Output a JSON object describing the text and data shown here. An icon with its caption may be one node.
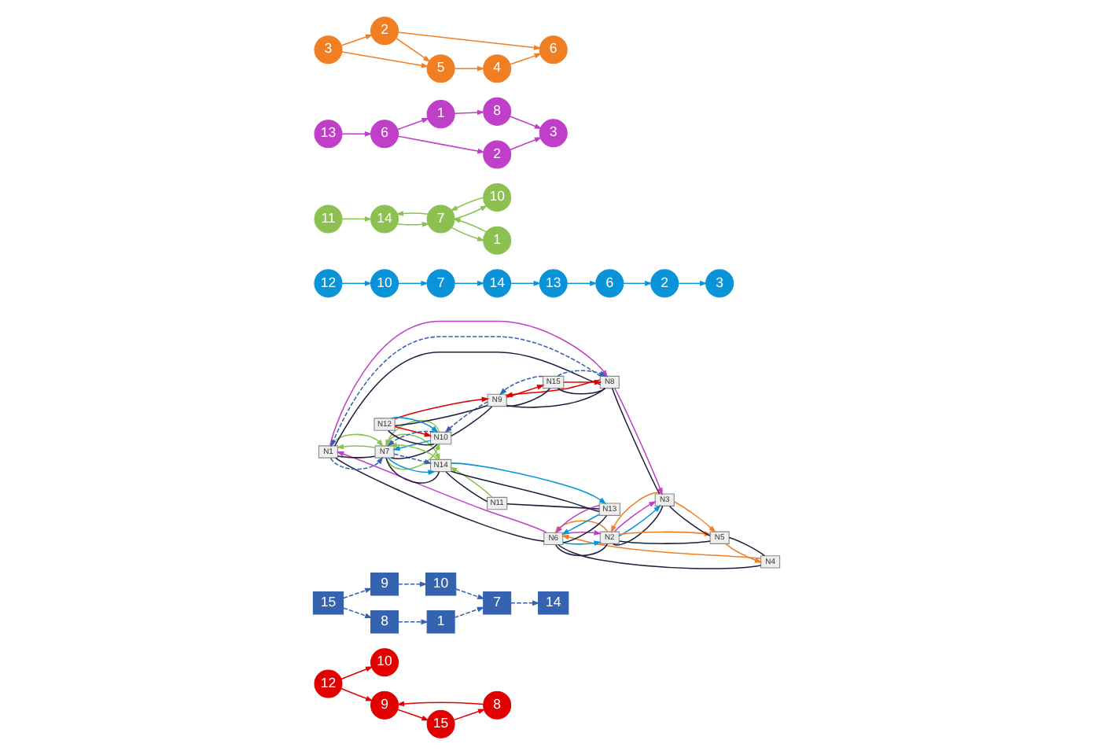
{
  "diagram": {
    "nodes": [
      {
        "text": [
          "12"
        ]
      },
      {
        "text": [
          "10"
        ]
      },
      {
        "text": [
          "8"
        ]
      },
      {
        "text": [
          "9"
        ]
      },
      {
        "text": [
          "15"
        ]
      },
      {
        "text": [
          "15"
        ]
      },
      {
        "text": [
          "9"
        ]
      },
      {
        "text": [
          "10"
        ]
      },
      {
        "text": [
          "8"
        ]
      },
      {
        "text": [
          "1"
        ]
      },
      {
        "text": [
          "7"
        ]
      },
      {
        "text": [
          "14"
        ]
      },
      {
        "text": [
          "N1"
        ]
      },
      {
        "text": [
          "N2"
        ]
      },
      {
        "text": [
          "N3"
        ]
      },
      {
        "text": [
          "N4"
        ]
      },
      {
        "text": [
          "N5"
        ]
      },
      {
        "text": [
          "N6"
        ]
      },
      {
        "text": [
          "N7"
        ]
      },
      {
        "text": [
          "N8"
        ]
      },
      {
        "text": [
          "N9"
        ]
      },
      {
        "text": [
          "N10"
        ]
      },
      {
        "text": [
          "N11"
        ]
      },
      {
        "text": [
          "N12"
        ]
      },
      {
        "text": [
          "N13"
        ]
      },
      {
        "text": [
          "N14"
        ]
      },
      {
        "text": [
          "N15"
        ]
      },
      {
        "text": [
          "12"
        ]
      },
      {
        "text": [
          "10"
        ]
      },
      {
        "text": [
          "7"
        ]
      },
      {
        "text": [
          "14"
        ]
      },
      {
        "text": [
          "13"
        ]
      },
      {
        "text": [
          "6"
        ]
      },
      {
        "text": [
          "3"
        ]
      },
      {
        "text": [
          "2"
        ]
      },
      {
        "text": [
          "11"
        ]
      },
      {
        "text": [
          "14"
        ]
      },
      {
        "text": [
          "7"
        ]
      },
      {
        "text": [
          "10"
        ]
      },
      {
        "text": [
          "1"
        ]
      },
      {
        "text": [
          "13"
        ]
      },
      {
        "text": [
          "6"
        ]
      },
      {
        "text": [
          "1"
        ]
      },
      {
        "text": [
          "8"
        ]
      },
      {
        "text": [
          "3"
        ]
      },
      {
        "text": [
          "2"
        ]
      },
      {
        "text": [
          "2"
        ]
      },
      {
        "text": [
          "6"
        ]
      },
      {
        "text": [
          "3"
        ]
      },
      {
        "text": [
          "5"
        ]
      },
      {
        "text": [
          "4"
        ]
      }
    ],
    "edges": [
      {
        "from": 0,
        "to": 1,
        "arrow": "to",
        "color": "#e00000"
      },
      {
        "from": 0,
        "to": 3,
        "arrow": "to",
        "color": "#e00000"
      },
      {
        "from": 2,
        "to": 3,
        "arrow": "to",
        "color": "#e00000"
      },
      {
        "from": 3,
        "to": 4,
        "arrow": "to",
        "color": "#e00000"
      },
      {
        "from": 4,
        "to": 2,
        "arrow": "to",
        "color": "#e00000"
      },
      {
        "from": 5,
        "to": 6,
        "arrow": "to",
        "style": "dashed",
        "color": "#3563b0"
      },
      {
        "from": 5,
        "to": 8,
        "arrow": "to",
        "style": "dashed",
        "color": "#3563b0"
      },
      {
        "from": 6,
        "to": 7,
        "arrow": "to",
        "style": "dashed",
        "color": "#3563b0"
      },
      {
        "from": 8,
        "to": 9,
        "arrow": "to",
        "style": "dashed",
        "color": "#3563b0"
      },
      {
        "from": 7,
        "to": 10,
        "arrow": "to",
        "style": "dashed",
        "color": "#3563b0"
      },
      {
        "from": 9,
        "to": 10,
        "arrow": "to",
        "style": "dashed",
        "color": "#3563b0"
      },
      {
        "from": 10,
        "to": 11,
        "arrow": "to",
        "style": "dashed",
        "color": "#3563b0"
      },
      {
        "from": 23,
        "to": 21,
        "arrow": "none"
      },
      {
        "from": 23,
        "to": 20,
        "arrow": "none"
      },
      {
        "from": 21,
        "to": 20,
        "arrow": "none"
      },
      {
        "from": 21,
        "to": 18,
        "arrow": "none"
      },
      {
        "from": 20,
        "to": 26,
        "arrow": "none"
      },
      {
        "from": 20,
        "to": 19,
        "arrow": "none"
      },
      {
        "from": 26,
        "to": 19,
        "arrow": "none"
      },
      {
        "from": 18,
        "to": 25,
        "arrow": "none"
      },
      {
        "from": 18,
        "to": 12,
        "arrow": "none"
      },
      {
        "from": 12,
        "to": 19,
        "arrow": "none"
      },
      {
        "from": 19,
        "to": 14,
        "arrow": "none"
      },
      {
        "from": 12,
        "to": 17,
        "arrow": "none"
      },
      {
        "from": 17,
        "to": 13,
        "arrow": "none"
      },
      {
        "from": 13,
        "to": 14,
        "arrow": "none"
      },
      {
        "from": 13,
        "to": 16,
        "arrow": "none"
      },
      {
        "from": 14,
        "to": 16,
        "arrow": "none"
      },
      {
        "from": 17,
        "to": 15,
        "arrow": "none"
      },
      {
        "from": 15,
        "to": 16,
        "arrow": "none"
      },
      {
        "from": 17,
        "to": 24,
        "arrow": "none"
      },
      {
        "from": 25,
        "to": 24,
        "arrow": "none"
      },
      {
        "from": 25,
        "to": 22,
        "arrow": "none"
      },
      {
        "from": 22,
        "to": 24,
        "arrow": "none"
      },
      {
        "from": 23,
        "to": 21,
        "arrow": "to",
        "color": "#e00000"
      },
      {
        "from": 23,
        "to": 20,
        "arrow": "to",
        "color": "#e00000"
      },
      {
        "from": 20,
        "to": 26,
        "arrow": "to",
        "color": "#e00000"
      },
      {
        "from": 26,
        "to": 19,
        "arrow": "to",
        "color": "#e00000"
      },
      {
        "from": 19,
        "to": 20,
        "arrow": "to",
        "color": "#e00000"
      },
      {
        "from": 23,
        "to": 21,
        "arrow": "to",
        "color": "#0a93d8"
      },
      {
        "from": 21,
        "to": 18,
        "arrow": "to",
        "color": "#0a93d8"
      },
      {
        "from": 18,
        "to": 25,
        "arrow": "to",
        "color": "#0a93d8"
      },
      {
        "from": 25,
        "to": 24,
        "arrow": "to",
        "color": "#0a93d8"
      },
      {
        "from": 24,
        "to": 17,
        "arrow": "to",
        "color": "#0a93d8"
      },
      {
        "from": 17,
        "to": 13,
        "arrow": "to",
        "color": "#0a93d8"
      },
      {
        "from": 13,
        "to": 14,
        "arrow": "to",
        "color": "#0a93d8"
      },
      {
        "from": 26,
        "to": 20,
        "arrow": "to",
        "style": "dashed",
        "color": "#3563b0"
      },
      {
        "from": 26,
        "to": 19,
        "arrow": "to",
        "style": "dashed",
        "color": "#3563b0"
      },
      {
        "from": 20,
        "to": 21,
        "arrow": "to",
        "style": "dashed",
        "color": "#3563b0"
      },
      {
        "from": 21,
        "to": 18,
        "arrow": "to",
        "style": "dashed",
        "color": "#3563b0"
      },
      {
        "from": 19,
        "to": 12,
        "arrow": "to",
        "style": "dashed",
        "color": "#3563b0"
      },
      {
        "from": 12,
        "to": 18,
        "arrow": "to",
        "style": "dashed",
        "color": "#3563b0"
      },
      {
        "from": 18,
        "to": 25,
        "arrow": "to",
        "style": "dashed",
        "color": "#3563b0"
      },
      {
        "from": 22,
        "to": 25,
        "arrow": "to",
        "color": "#8cc152"
      },
      {
        "from": 25,
        "to": 18,
        "arrow": "to",
        "color": "#8cc152"
      },
      {
        "from": 18,
        "to": 25,
        "arrow": "to",
        "color": "#8cc152"
      },
      {
        "from": 18,
        "to": 21,
        "arrow": "to",
        "color": "#8cc152"
      },
      {
        "from": 21,
        "to": 18,
        "arrow": "to",
        "color": "#8cc152"
      },
      {
        "from": 18,
        "to": 12,
        "arrow": "to",
        "color": "#8cc152"
      },
      {
        "from": 12,
        "to": 18,
        "arrow": "to",
        "color": "#8cc152"
      },
      {
        "from": 24,
        "to": 17,
        "arrow": "to",
        "color": "#c03fc8"
      },
      {
        "from": 17,
        "to": 12,
        "arrow": "to",
        "color": "#c03fc8"
      },
      {
        "from": 12,
        "to": 19,
        "arrow": "to",
        "color": "#c03fc8"
      },
      {
        "from": 19,
        "to": 14,
        "arrow": "to",
        "color": "#c03fc8"
      },
      {
        "from": 17,
        "to": 13,
        "arrow": "to",
        "color": "#c03fc8"
      },
      {
        "from": 13,
        "to": 14,
        "arrow": "to",
        "color": "#c03fc8"
      },
      {
        "from": 14,
        "to": 13,
        "arrow": "to",
        "color": "#f07f24"
      },
      {
        "from": 14,
        "to": 16,
        "arrow": "to",
        "color": "#f07f24"
      },
      {
        "from": 13,
        "to": 17,
        "arrow": "to",
        "color": "#f07f24"
      },
      {
        "from": 13,
        "to": 16,
        "arrow": "to",
        "color": "#f07f24"
      },
      {
        "from": 16,
        "to": 15,
        "arrow": "to",
        "color": "#f07f24"
      },
      {
        "from": 15,
        "to": 17,
        "arrow": "to",
        "color": "#f07f24"
      },
      {
        "from": 27,
        "to": 28,
        "arrow": "to",
        "color": "#0a93d8"
      },
      {
        "from": 28,
        "to": 29,
        "arrow": "to",
        "color": "#0a93d8"
      },
      {
        "from": 29,
        "to": 30,
        "arrow": "to",
        "color": "#0a93d8"
      },
      {
        "from": 30,
        "to": 31,
        "arrow": "to",
        "color": "#0a93d8"
      },
      {
        "from": 31,
        "to": 32,
        "arrow": "to",
        "color": "#0a93d8"
      },
      {
        "from": 32,
        "to": 34,
        "arrow": "to",
        "color": "#0a93d8"
      },
      {
        "from": 34,
        "to": 33,
        "arrow": "to",
        "color": "#0a93d8"
      },
      {
        "from": 35,
        "to": 36,
        "arrow": "to",
        "color": "#8cc152"
      },
      {
        "from": 36,
        "to": 37,
        "arrow": "to",
        "color": "#8cc152"
      },
      {
        "from": 37,
        "to": 36,
        "arrow": "to",
        "color": "#8cc152"
      },
      {
        "from": 37,
        "to": 38,
        "arrow": "to",
        "color": "#8cc152"
      },
      {
        "from": 38,
        "to": 37,
        "arrow": "to",
        "color": "#8cc152"
      },
      {
        "from": 37,
        "to": 39,
        "arrow": "to",
        "color": "#8cc152"
      },
      {
        "from": 39,
        "to": 37,
        "arrow": "to",
        "color": "#8cc152"
      },
      {
        "from": 40,
        "to": 41,
        "arrow": "to",
        "color": "#c03fc8"
      },
      {
        "from": 41,
        "to": 42,
        "arrow": "to",
        "color": "#c03fc8"
      },
      {
        "from": 41,
        "to": 45,
        "arrow": "to",
        "color": "#c03fc8"
      },
      {
        "from": 42,
        "to": 43,
        "arrow": "to",
        "color": "#c03fc8"
      },
      {
        "from": 43,
        "to": 44,
        "arrow": "to",
        "color": "#c03fc8"
      },
      {
        "from": 45,
        "to": 44,
        "arrow": "to",
        "color": "#c03fc8"
      },
      {
        "from": 48,
        "to": 46,
        "arrow": "to",
        "color": "#f07f24"
      },
      {
        "from": 48,
        "to": 49,
        "arrow": "to",
        "color": "#f07f24"
      },
      {
        "from": 46,
        "to": 47,
        "arrow": "to",
        "color": "#f07f24"
      },
      {
        "from": 46,
        "to": 49,
        "arrow": "to",
        "color": "#f07f24"
      },
      {
        "from": 49,
        "to": 50,
        "arrow": "to",
        "color": "#f07f24"
      },
      {
        "from": 50,
        "to": 47,
        "arrow": "to",
        "color": "#f07f24"
      }
    ]
  }
}
